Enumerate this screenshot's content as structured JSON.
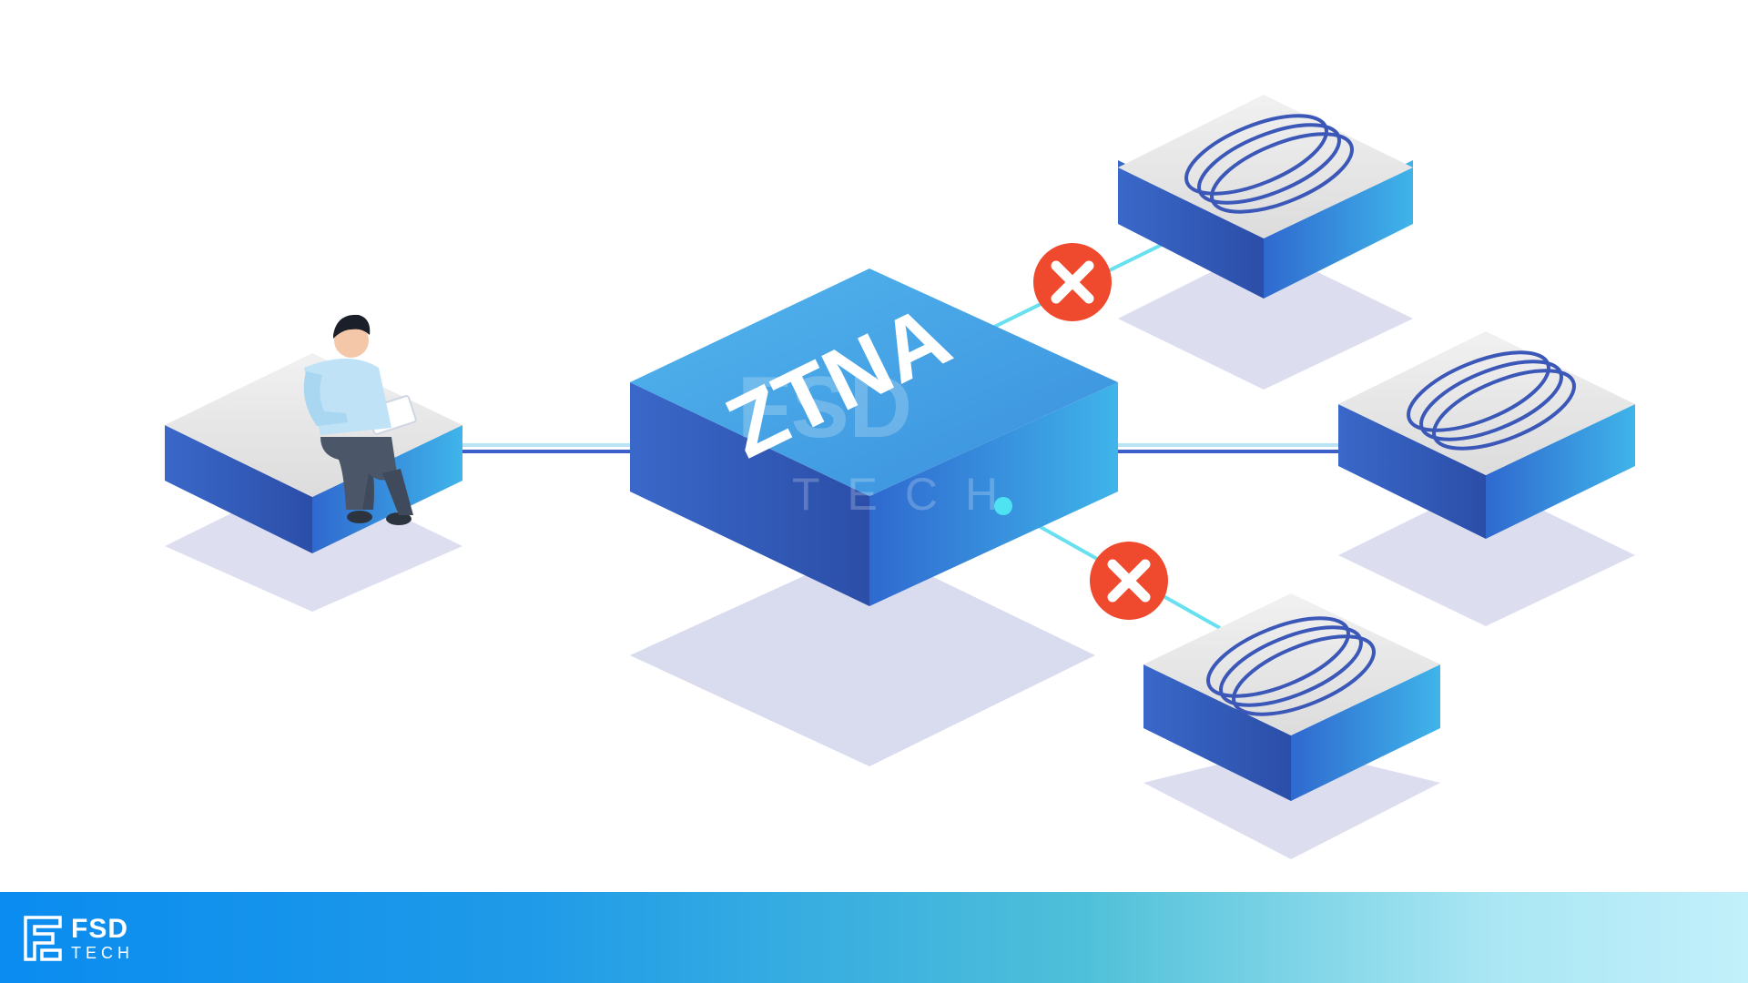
{
  "diagram": {
    "center_label": "ZTNA",
    "watermark_brand": "FSD",
    "watermark_sub": "TECH",
    "nodes": [
      "user",
      "ztna-gateway",
      "server-top",
      "server-middle",
      "server-bottom"
    ],
    "connections": [
      {
        "from": "user",
        "to": "ztna-gateway",
        "state": "allowed"
      },
      {
        "from": "ztna-gateway",
        "to": "server-middle",
        "state": "allowed"
      },
      {
        "from": "ztna-gateway",
        "to": "server-top",
        "state": "blocked"
      },
      {
        "from": "ztna-gateway",
        "to": "server-bottom",
        "state": "blocked"
      }
    ],
    "blocked_icon": "x-mark-icon",
    "colors": {
      "block_side": "#2f6fd0",
      "block_top_gray": "#e6e6e6",
      "ztna_top": "#4aa8e8",
      "blocked_badge": "#f04a2e",
      "link_cyan": "#69e0f0",
      "link_blue": "#3d5fc8"
    }
  },
  "footer": {
    "brand": "FSD",
    "sub": "TECH",
    "gradient_start": "#0a8cf0",
    "gradient_end": "#c2f0fb"
  }
}
